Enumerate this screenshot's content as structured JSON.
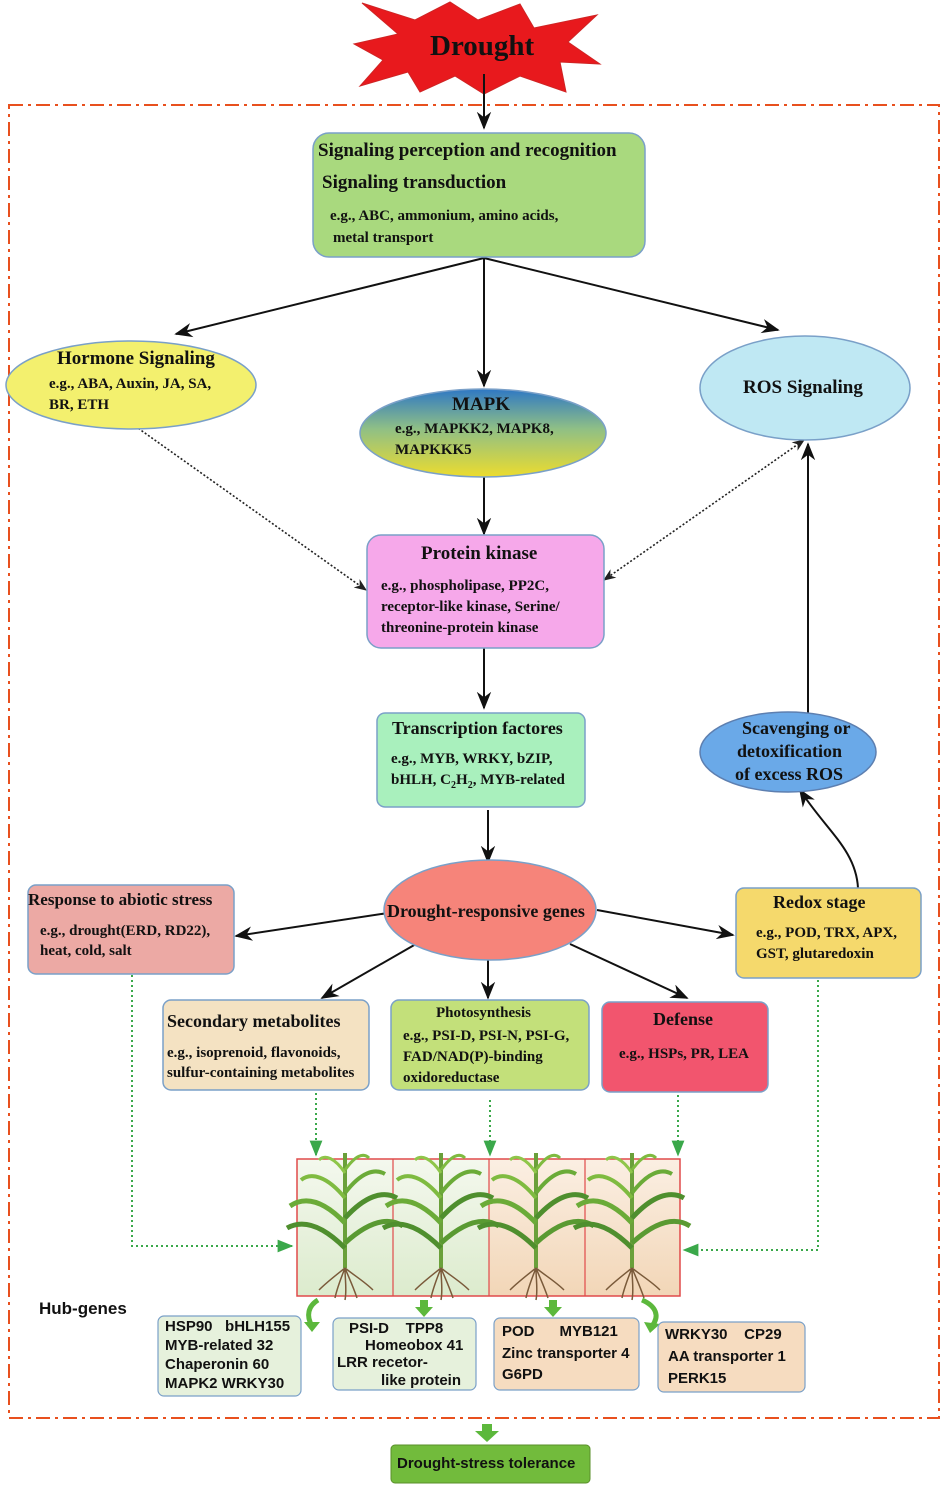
{
  "drought": "Drought",
  "signaling": {
    "line1": "Signaling perception and recognition",
    "line2": "Signaling  transduction",
    "ex1": "e.g.,  ABC, ammonium, amino acids,",
    "ex2": "metal transport"
  },
  "hormone": {
    "title": "Hormone Signaling",
    "ex1": "e.g., ABA, Auxin, JA, SA,",
    "ex2": "BR, ETH"
  },
  "mapk": {
    "title": "MAPK",
    "ex1": "e.g.,  MAPKK2, MAPK8,",
    "ex2": "MAPKKK5"
  },
  "ros": {
    "title": "ROS Signaling"
  },
  "protein_kinase": {
    "title": "Protein kinase",
    "ex1": "e.g., phospholipase, PP2C,",
    "ex2": "receptor-like kinase, Serine/",
    "ex3": "threonine-protein kinase"
  },
  "tf": {
    "title": "Transcription factores",
    "ex1": "e.g., MYB, WRKY, bZIP,",
    "ex2a": "bHLH, C",
    "sub1": "2",
    "ex2b": "H",
    "sub2": "2",
    "ex2c": ", MYB-related"
  },
  "scavenging": {
    "line1": "Scavenging or",
    "line2": "detoxification",
    "line3": "of excess ROS"
  },
  "drought_genes": "Drought-responsive genes",
  "abiotic": {
    "title": "Response to abiotic stress",
    "ex1": "e.g., drought(ERD, RD22),",
    "ex2": "heat, cold, salt"
  },
  "redox": {
    "title": "Redox stage",
    "ex1": "e.g., POD, TRX, APX,",
    "ex2": "GST, glutaredoxin"
  },
  "secondary": {
    "title": "Secondary metabolites",
    "ex1": "e.g., isoprenoid, flavonoids,",
    "ex2": "sulfur-containing metabolites"
  },
  "photosynthesis": {
    "title": "Photosynthesis",
    "ex1": "e.g., PSI-D, PSI-N, PSI-G,",
    "ex2": "FAD/NAD(P)-binding",
    "ex3": "oxidoreductase"
  },
  "defense": {
    "title": "Defense",
    "ex1": "e.g., HSPs, PR, LEA"
  },
  "hub_label": "Hub-genes",
  "hub_boxes": [
    {
      "lines": [
        "HSP90   bHLH155",
        "MYB-related 32",
        "Chaperonin 60",
        "MAPK2 WRKY30"
      ]
    },
    {
      "lines": [
        "PSI-D    TPP8",
        "Homeobox 41",
        "LRR recetor-",
        "like protein"
      ]
    },
    {
      "lines": [
        "POD      MYB121",
        "Zinc transporter 4",
        "G6PD"
      ]
    },
    {
      "lines": [
        "WRKY30    CP29",
        "AA transporter 1",
        "PERK15"
      ]
    }
  ],
  "tolerance": "Drought-stress tolerance",
  "colors": {
    "boundary": "#e8501e",
    "signaling": "#a9d97e",
    "hormone": "#f3f06e",
    "mapk_top": "#2f78c4",
    "mapk_bottom": "#e8dc3c",
    "ros": "#bfe8f3",
    "protein_kinase": "#f6a8ea",
    "tf": "#a9f0bd",
    "scavenging": "#6aa9e8",
    "drought_genes": "#f6847a",
    "abiotic": "#eca9a4",
    "redox": "#f5d96c",
    "secondary": "#f4e2c2",
    "photosynthesis": "#c3e07a",
    "defense": "#f2556e",
    "hub_green": "#e6f1dc",
    "hub_orange": "#f6dcc0",
    "tolerance": "#72bb3c",
    "green_arrow": "#5cb83c",
    "dotted_green": "#3aa84a"
  }
}
